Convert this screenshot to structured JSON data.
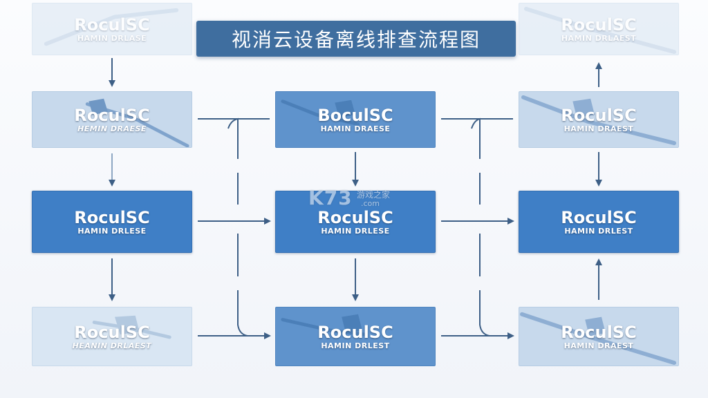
{
  "title": "视消云设备离线排查流程图",
  "colors": {
    "title_bg": "#3f6e9f",
    "node_light": "#d9e6f3",
    "node_light2": "#c7d9ec",
    "node_mid": "#5f93cc",
    "node_solid": "#3f7fc6",
    "connector": "#3d5f86",
    "text": "#ffffff"
  },
  "nodes": [
    {
      "id": "r0c0",
      "main": "RoculSC",
      "sub": "HAMIN DRLASE"
    },
    {
      "id": "r1c0",
      "main": "RoculSC",
      "sub": "HEMIN DRAESE"
    },
    {
      "id": "r2c0",
      "main": "RoculSC",
      "sub": "HAMIN DRLESE"
    },
    {
      "id": "r3c0",
      "main": "RoculSC",
      "sub": "HEANIN DRLAEST"
    },
    {
      "id": "r1c1",
      "main": "BoculSC",
      "sub": "HAMIN DRAESE"
    },
    {
      "id": "r2c1",
      "main": "RoculSC",
      "sub": "HAMIN DRLESE"
    },
    {
      "id": "r3c1",
      "main": "RoculSC",
      "sub": "HAMIN DRLEST"
    },
    {
      "id": "r0c2",
      "main": "RoculSC",
      "sub": "HAMIN DRLAEST"
    },
    {
      "id": "r1c2",
      "main": "RoculSC",
      "sub": "HAMIN DRAEST"
    },
    {
      "id": "r2c2",
      "main": "RoculSC",
      "sub": "HAMIN DRLEST"
    },
    {
      "id": "r3c2",
      "main": "RoculSC",
      "sub": "HAMIN DRAEST"
    }
  ],
  "watermark": {
    "logo": "K73",
    "cn": "游戏之家",
    "domain": ".com"
  }
}
